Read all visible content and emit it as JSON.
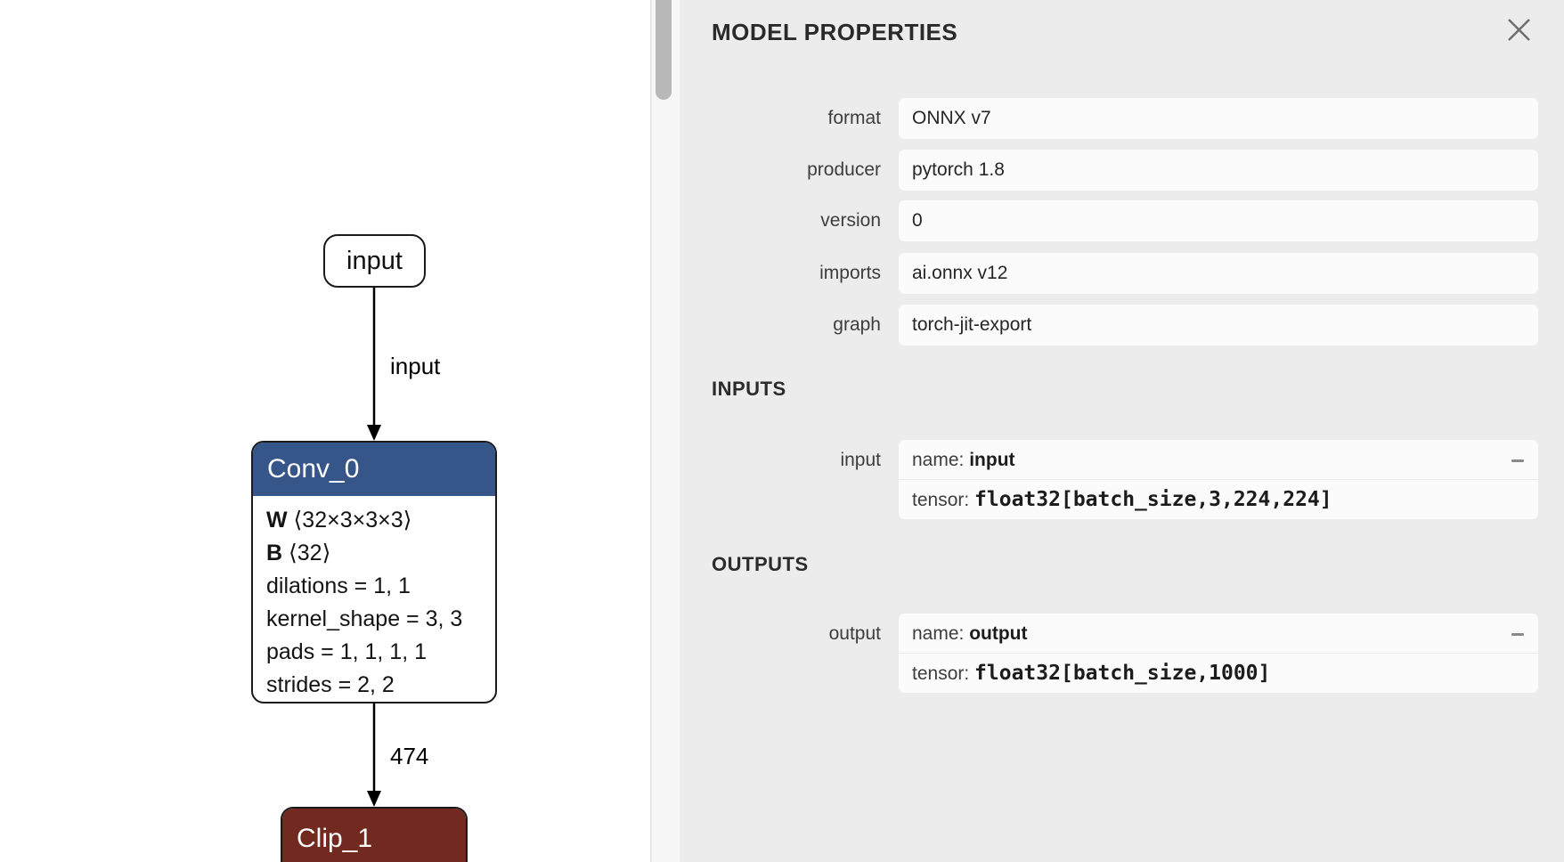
{
  "app": "Netron model viewer",
  "colors": {
    "conv_node_header": "#36568a",
    "clip_node_header": "#722a20",
    "panel_background": "#ececec",
    "field_background": "#fbfbfb",
    "node_border": "#1a1a1a"
  },
  "graph": {
    "input_node": {
      "label": "input"
    },
    "edges": [
      {
        "label": "input",
        "from": "input",
        "to": "Conv_0"
      },
      {
        "label": "474",
        "from": "Conv_0",
        "to": "Clip_1"
      }
    ],
    "conv_node": {
      "title": "Conv_0",
      "attrs": [
        {
          "b": "W",
          "t": " ⟨32×3×3×3⟩"
        },
        {
          "b": "B",
          "t": " ⟨32⟩"
        },
        {
          "b": "",
          "t": "dilations = 1, 1"
        },
        {
          "b": "",
          "t": "kernel_shape = 3, 3"
        },
        {
          "b": "",
          "t": "pads = 1, 1, 1, 1"
        },
        {
          "b": "",
          "t": "strides = 2, 2"
        }
      ]
    },
    "clip_node": {
      "title": "Clip_1"
    }
  },
  "panel": {
    "title": "MODEL PROPERTIES",
    "close_icon": "close-x-icon",
    "collapse_icon": "minus-icon",
    "properties": [
      {
        "label": "format",
        "value": "ONNX v7"
      },
      {
        "label": "producer",
        "value": "pytorch 1.8"
      },
      {
        "label": "version",
        "value": "0"
      },
      {
        "label": "imports",
        "value": "ai.onnx v12"
      },
      {
        "label": "graph",
        "value": "torch-jit-export"
      }
    ],
    "inputs": {
      "heading": "INPUTS",
      "rows": [
        {
          "label": "input",
          "name_key": "name: ",
          "name": "input",
          "tensor_key": "tensor: ",
          "tensor": "float32[batch_size,3,224,224]"
        }
      ]
    },
    "outputs": {
      "heading": "OUTPUTS",
      "rows": [
        {
          "label": "output",
          "name_key": "name: ",
          "name": "output",
          "tensor_key": "tensor: ",
          "tensor": "float32[batch_size,1000]"
        }
      ]
    }
  }
}
